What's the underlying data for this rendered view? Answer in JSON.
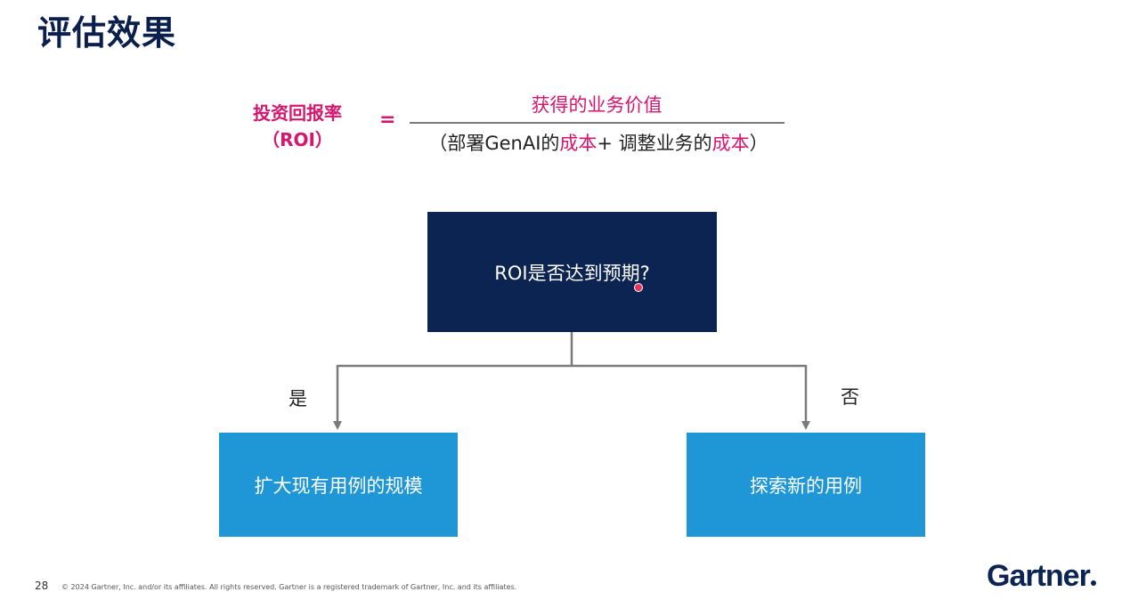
{
  "slide": {
    "title": "评估效果",
    "page_number": "28",
    "copyright": "© 2024 Gartner, Inc. and/or its affiliates. All rights reserved. Gartner is a registered trademark of Gartner, Inc. and its affiliates.",
    "logo": "Gartner"
  },
  "formula": {
    "left_line1": "投资回报率",
    "left_line2": "（ROI）",
    "equals": "=",
    "numerator": "获得的业务价值",
    "denominator": {
      "open": "（部署GenAI的",
      "cost1": "成本",
      "plus": "+ 调整业务的",
      "cost2": "成本",
      "close": "）"
    }
  },
  "flowchart": {
    "question": "ROI是否达到预期?",
    "yes_label": "是",
    "no_label": "否",
    "yes_action": "扩大现有用例的规模",
    "no_action": "探索新的用例"
  },
  "colors": {
    "navy": "#0c2452",
    "blue": "#1f97d6",
    "magenta": "#d6156f",
    "connector": "#7a7a7a"
  }
}
